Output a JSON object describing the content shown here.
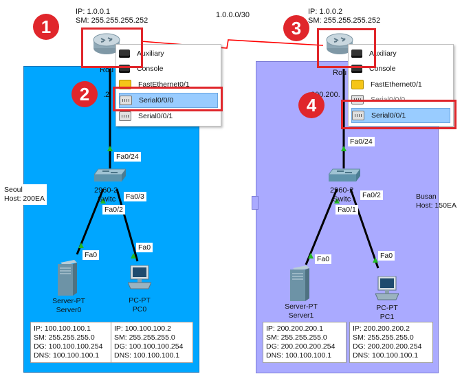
{
  "topology": {
    "network_label": "1.0.0.0/30",
    "router_left": {
      "ip": "IP: 1.0.0.1",
      "sm": "SM: 255.255.255.252",
      "name": "Rou"
    },
    "router_right": {
      "ip": "IP: 1.0.0.2",
      "sm": "SM: 255.255.255.252",
      "name": "Rou"
    },
    "seoul": {
      "name": "Seoul",
      "host": "Host: 200EA"
    },
    "busan": {
      "name": "Busan",
      "host": "Host: 150EA"
    },
    "left": {
      "port_router_switch": "Fa0/24",
      "switch_model": "2960-2",
      "switch_name": "Switc",
      "port_sw_fa03": "Fa0/3",
      "port_sw_fa02": "Fa0/2",
      "port_server": "Fa0",
      "port_pc": "Fa0",
      "server": {
        "type": "Server-PT",
        "name": "Server0",
        "ip": "IP: 100.100.100.1",
        "sm": "SM: 255.255.255.0",
        "dg": "DG: 100.100.100.254",
        "dns": "DNS: 100.100.100.1"
      },
      "pc": {
        "type": "PC-PT",
        "name": "PC0",
        "ip": "IP: 100.100.100.2",
        "sm": "SM: 255.255.255.0",
        "dg": "DG: 100.100.100.254",
        "dns": "DNS: 100.100.100.1"
      },
      "partial_ip": ".2"
    },
    "right": {
      "port_router_switch": "Fa0/24",
      "switch_model": "2960-2",
      "switch_name": "Switc",
      "port_sw_fa02": "Fa0/2",
      "port_sw_fa01": "Fa0/1",
      "port_server": "Fa0",
      "port_pc": "Fa0",
      "server": {
        "type": "Server-PT",
        "name": "Server1",
        "ip": "IP: 200.200.200.1",
        "sm": "SM: 255.255.255.0",
        "dg": "DG: 200.200.200.254",
        "dns": "DNS: 100.100.100.1"
      },
      "pc": {
        "type": "PC-PT",
        "name": "PC1",
        "ip": "IP: 200.200.200.2",
        "sm": "SM: 255.255.255.0",
        "dg": "DG: 200.200.200.254",
        "dns": "DNS: 100.100.100.1"
      },
      "partial_ip": "200.200."
    }
  },
  "menu_left": {
    "items": [
      "Auxiliary",
      "Console",
      "FastEthernet0/1",
      "Serial0/0/0",
      "Serial0/0/1"
    ],
    "selected": "Serial0/0/0"
  },
  "menu_right": {
    "items": [
      "Auxiliary",
      "Console",
      "FastEthernet0/1",
      "Serial0/0/0",
      "Serial0/0/1"
    ],
    "selected": "Serial0/0/1"
  },
  "callouts": [
    "1",
    "2",
    "3",
    "4"
  ],
  "colors": {
    "seoul_zone": "#00a6ff",
    "busan_zone": "#aaaaff",
    "callout": "#e0262b",
    "menu_selected": "#99ccff",
    "link_serial": "#ff0000",
    "port_up": "#22bb22"
  }
}
